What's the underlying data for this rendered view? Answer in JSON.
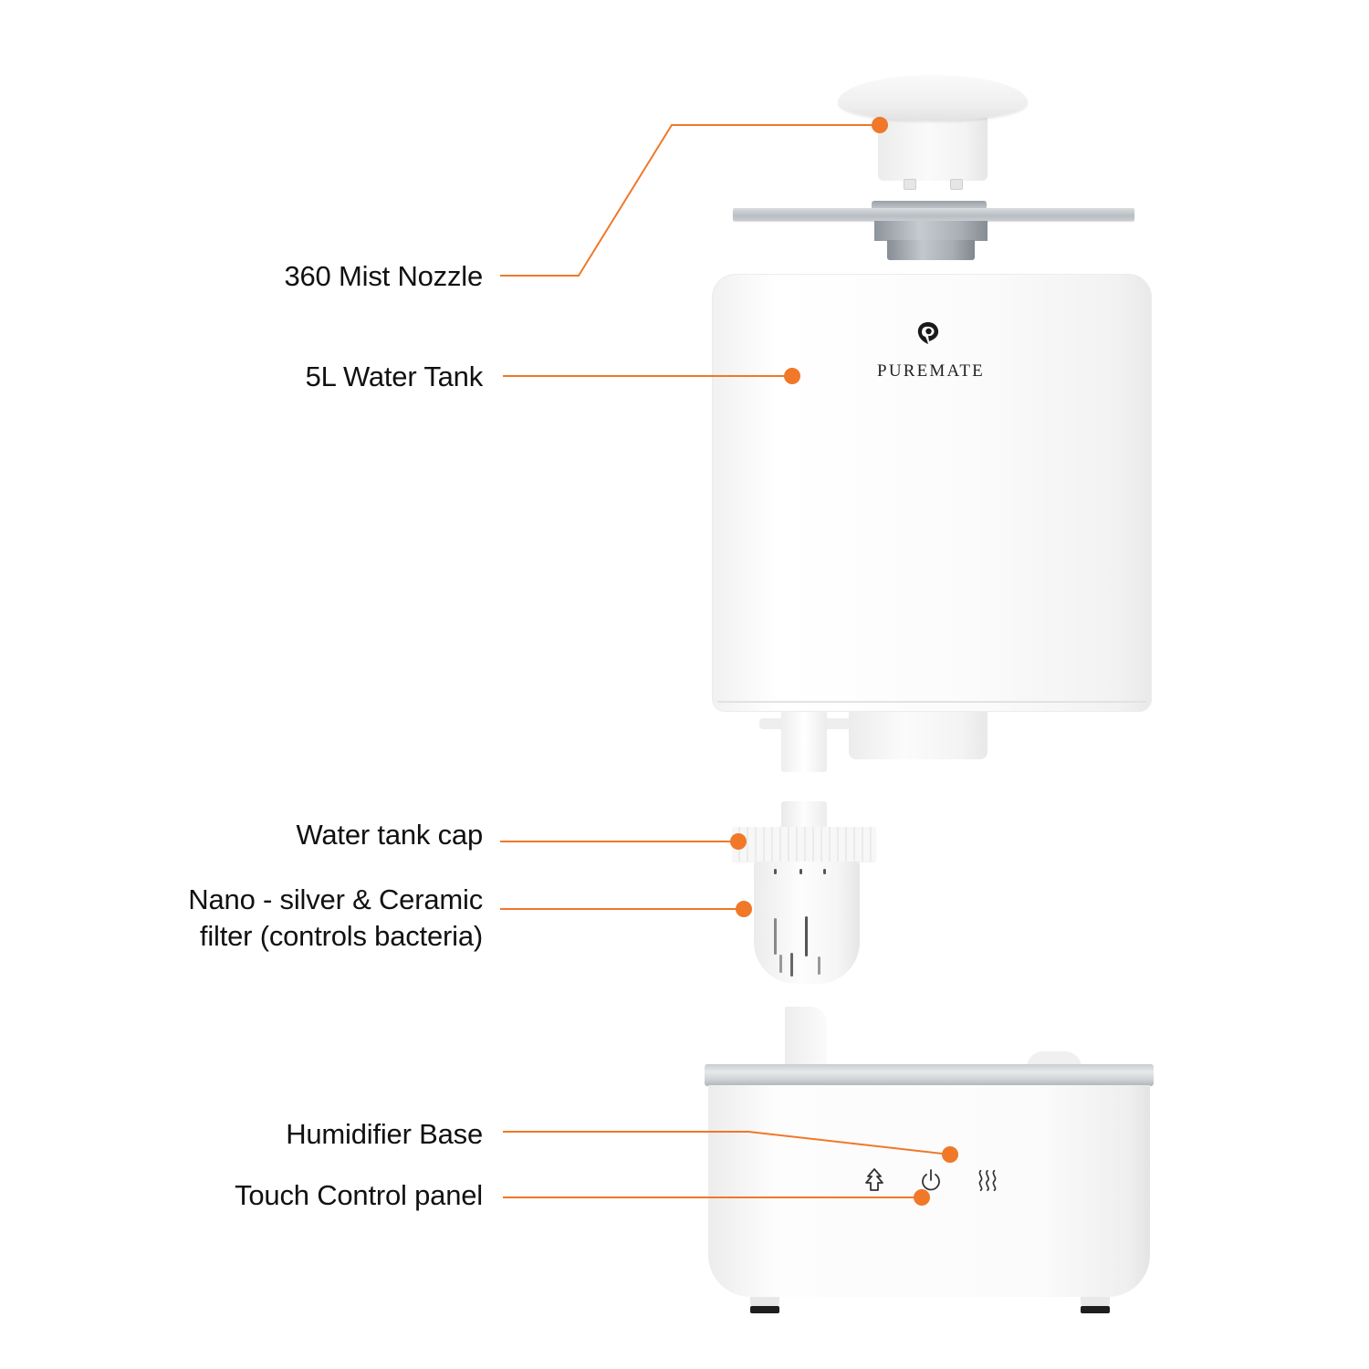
{
  "diagram": {
    "type": "exploded product diagram",
    "brand": "PUREMATE",
    "accent_color": "#F07828",
    "text_color": "#111111",
    "callouts": [
      {
        "id": "nozzle",
        "label": "360 Mist Nozzle"
      },
      {
        "id": "tank",
        "label": "5L Water Tank"
      },
      {
        "id": "cap",
        "label": "Water tank cap"
      },
      {
        "id": "filter",
        "label_line1": "Nano - silver & Ceramic",
        "label_line2": "filter (controls bacteria)"
      },
      {
        "id": "base",
        "label": "Humidifier Base"
      },
      {
        "id": "panel",
        "label": "Touch Control panel"
      }
    ],
    "control_icons": [
      {
        "name": "tree-icon",
        "glyph": "⇧"
      },
      {
        "name": "power-icon",
        "glyph": "⏻"
      },
      {
        "name": "heat-mist-icon",
        "glyph": "≋"
      }
    ]
  }
}
